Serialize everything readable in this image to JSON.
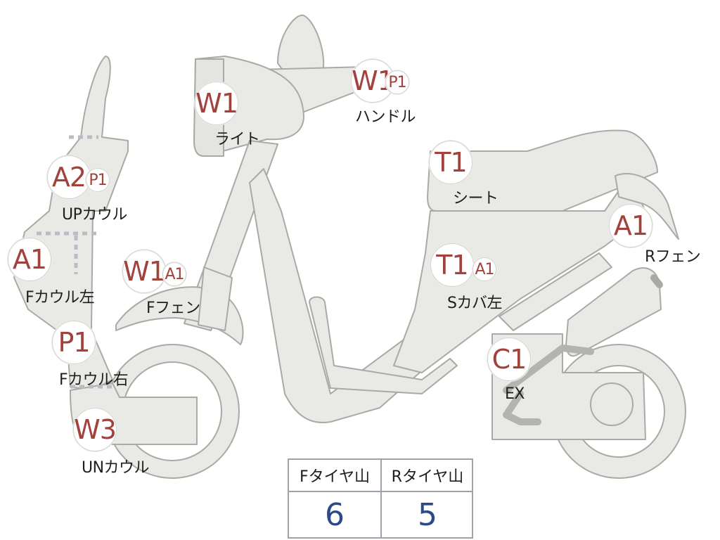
{
  "parts": {
    "light": {
      "codes": [
        "W1"
      ],
      "label": "ライト"
    },
    "handle": {
      "codes": [
        "W1",
        "P1"
      ],
      "label": "ハンドル"
    },
    "up_cowl": {
      "codes": [
        "A2",
        "P1"
      ],
      "label": "UPカウル"
    },
    "f_cowl_left": {
      "codes": [
        "A1"
      ],
      "label": "Fカウル左"
    },
    "f_fender": {
      "codes": [
        "W1",
        "A1"
      ],
      "label": "Fフェン"
    },
    "f_cowl_right": {
      "codes": [
        "P1"
      ],
      "label": "Fカウル右"
    },
    "under_cowl": {
      "codes": [
        "W3"
      ],
      "label": "UNカウル"
    },
    "seat": {
      "codes": [
        "T1"
      ],
      "label": "シート"
    },
    "s_cover_left": {
      "codes": [
        "T1",
        "A1"
      ],
      "label": "Sカバ左"
    },
    "r_fender": {
      "codes": [
        "A1"
      ],
      "label": "Rフェン"
    },
    "exhaust": {
      "codes": [
        "C1"
      ],
      "label": "EX"
    }
  },
  "tire_table": {
    "headers": [
      "Fタイヤ山",
      "Rタイヤ山"
    ],
    "values": [
      "6",
      "5"
    ]
  },
  "colors": {
    "body_fill": "#e9e9e6",
    "body_stroke": "#a9a9a5",
    "code_text": "#a3413c",
    "value_text": "#2b4a8a"
  }
}
